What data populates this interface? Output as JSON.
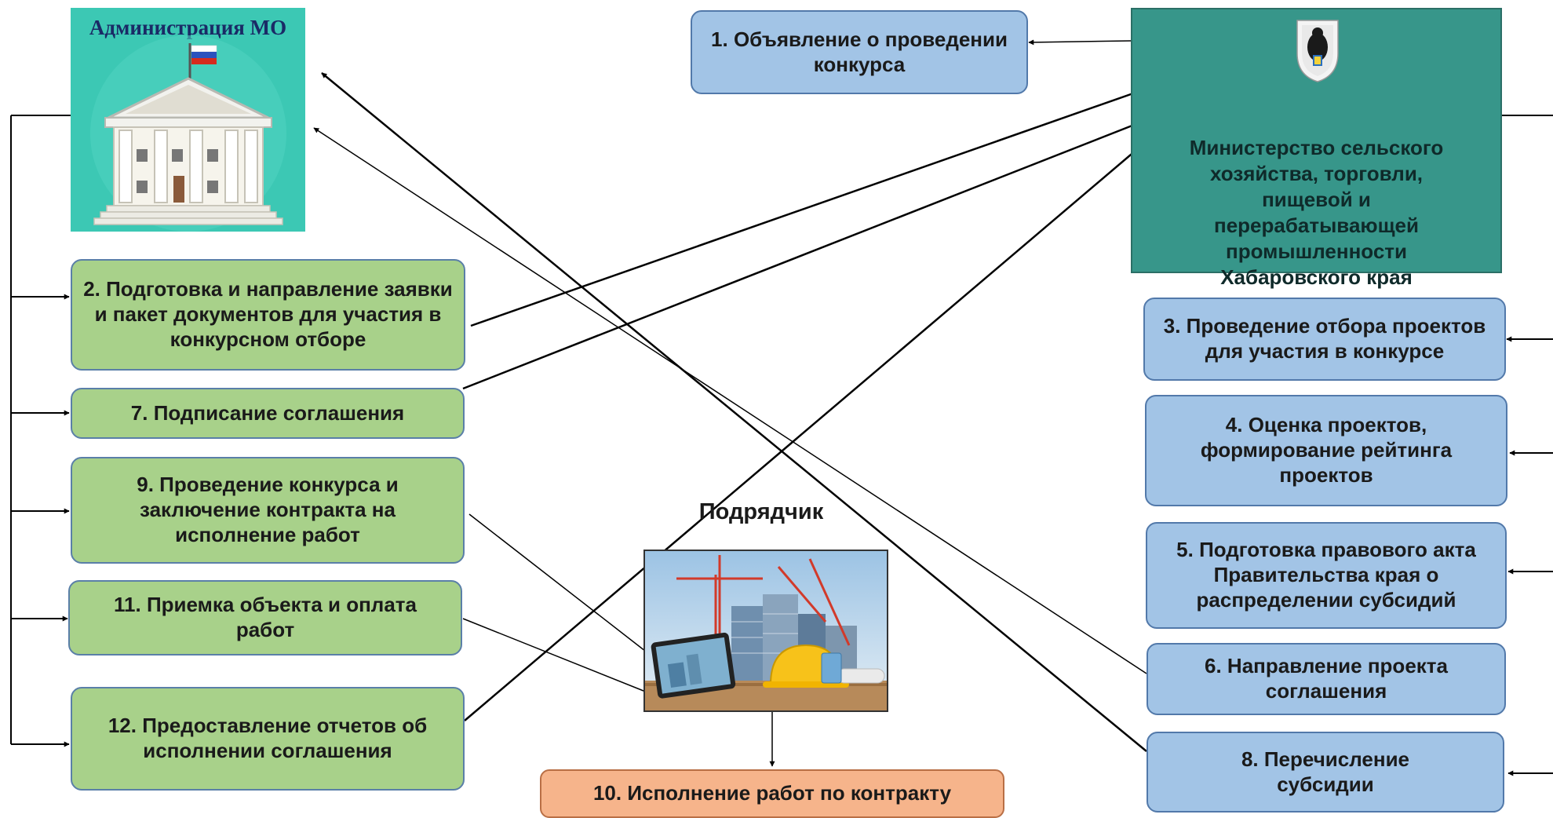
{
  "admin": {
    "title": "Администрация МО"
  },
  "ministry": {
    "text": "Министерство сельского хозяйства, торговли, пищевой и перерабатывающей промышленности Хабаровского края"
  },
  "contractor": {
    "title": "Подрядчик"
  },
  "steps": {
    "s1": "1. Объявление о проведении конкурса",
    "s2": "2. Подготовка и направление заявки и пакет документов для участия в конкурсном отборе",
    "s3": "3. Проведение отбора проектов для участия в конкурсе",
    "s4": "4. Оценка проектов, формирование рейтинга проектов",
    "s5": "5. Подготовка правового акта Правительства края о распределении субсидий",
    "s6": "6. Направление проекта соглашения",
    "s7": "7. Подписание соглашения",
    "s8": "8. Перечисление субсидии",
    "s9": "9. Проведение конкурса и заключение контракта на исполнение работ",
    "s10": "10. Исполнение работ по контракту",
    "s11": "11. Приемка объекта и оплата работ",
    "s12": "12. Предоставление отчетов об исполнении соглашения"
  },
  "colors": {
    "blue_fill": "#a2c4e6",
    "green_fill": "#a8d18a",
    "orange_fill": "#f6b48b",
    "ministry_fill": "#37968a",
    "admin_fill": "#3cc8b4"
  },
  "icons": [
    "coat-of-arms-icon",
    "government-building-icon",
    "russian-flag-icon",
    "construction-photo"
  ]
}
